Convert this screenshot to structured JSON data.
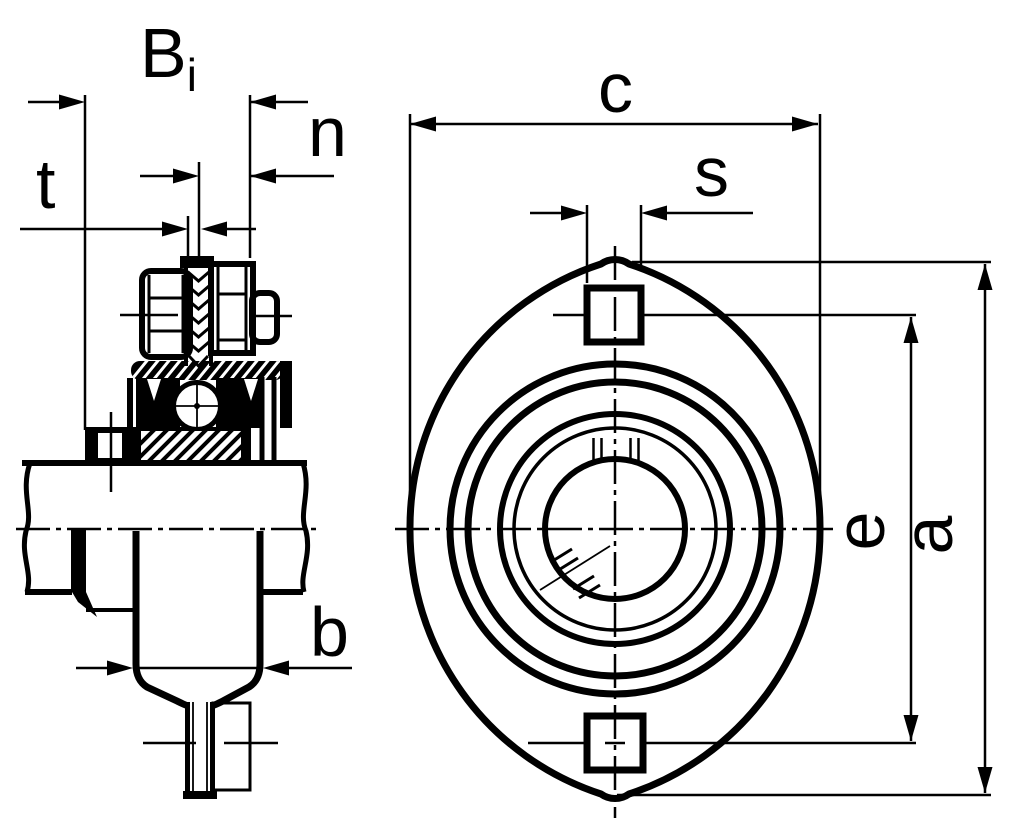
{
  "drawing": {
    "labels": {
      "Bi_main": "B",
      "Bi_sub": "i",
      "n": "n",
      "t": "t",
      "b": "b",
      "c": "c",
      "s": "s",
      "e": "e",
      "a": "a"
    },
    "colors": {
      "line": "#000000",
      "background": "#ffffff"
    }
  }
}
